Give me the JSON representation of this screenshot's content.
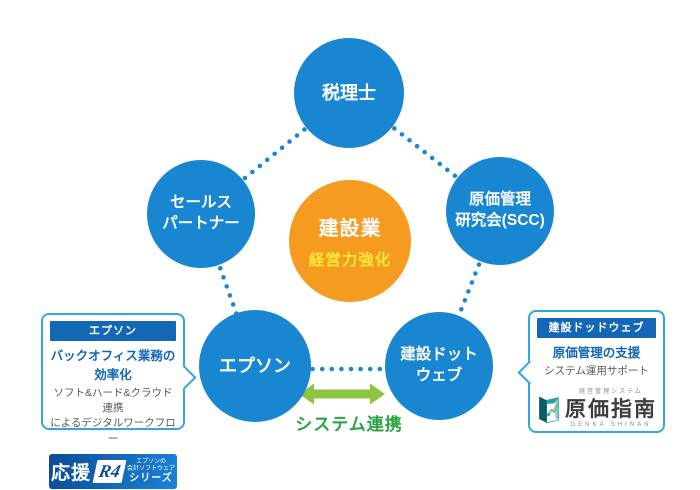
{
  "hub": {
    "name": "建設業",
    "subtitle": "経営力強化"
  },
  "nodes": {
    "tax_accountant": {
      "label": "税理士"
    },
    "sales_partner": {
      "line1": "セールス",
      "line2": "パートナー"
    },
    "scc": {
      "line1": "原価管理",
      "line2": "研究会(SCC)"
    },
    "epson": {
      "label": "エプソン"
    },
    "kensetsu_dotweb": {
      "line1": "建設ドット",
      "line2": "ウェブ"
    }
  },
  "system_link_label": "システム連携",
  "epson_box": {
    "header": "エプソン",
    "title": "バックオフィス業務の効率化",
    "desc_line1": "ソフト&ハード&クラウド連携",
    "desc_line2": "によるデジタルワークフロー",
    "logo": {
      "ouen": "応援",
      "r4": "R4",
      "tagline_line1": "エプソンの",
      "tagline_line2": "会計ソフトウェア",
      "series": "シリーズ"
    }
  },
  "kensetsu_box": {
    "header": "建設ドッドウェブ",
    "title": "原価管理の支援",
    "desc": "システム運用サポート",
    "logo": {
      "category": "経営管理システム",
      "name": "原価指南",
      "romaji": "GENKA SHINAN"
    }
  },
  "colors": {
    "node_blue": "#1886d0",
    "hub_orange": "#f59b20",
    "hub_subtitle_yellow": "#ffe838",
    "deep_blue": "#1467b4",
    "box_border_blue": "#30a7dd",
    "dot_blue": "#1b87d2",
    "arrow_green": "#8cc63f",
    "link_text_green": "#2ba344",
    "gray_text": "#595757",
    "logo_teal_dark": "#0c5c68",
    "logo_teal": "#2aa39e"
  }
}
